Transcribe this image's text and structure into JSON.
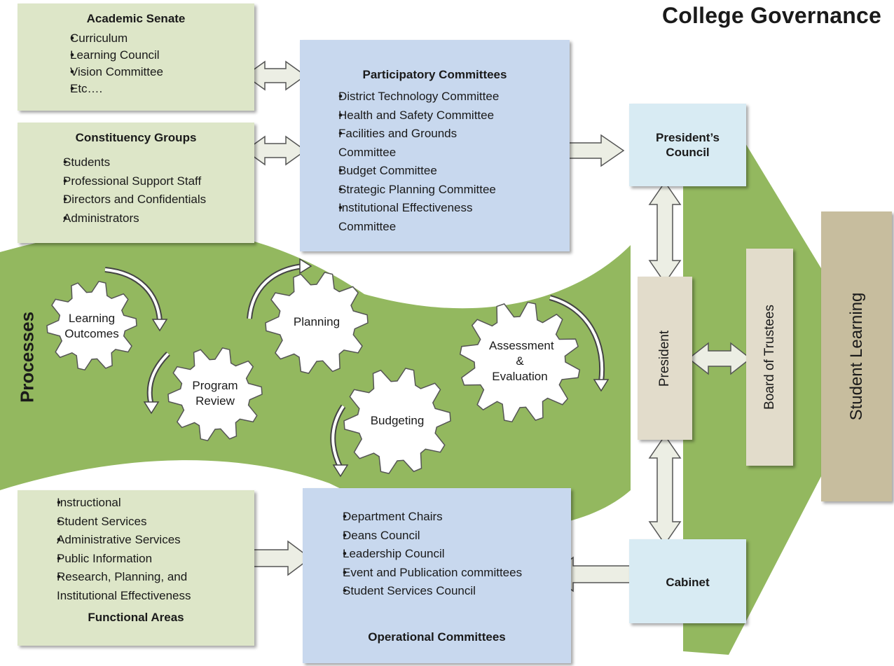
{
  "title": "College Governance",
  "academic_senate": {
    "title": "Academic Senate",
    "items": [
      "Curriculum",
      "Learning Council",
      "Vision Committee",
      "Etc…."
    ]
  },
  "constituency_groups": {
    "title": "Constituency Groups",
    "items": [
      "Students",
      "Professional Support Staff",
      "Directors and Confidentials",
      "Administrators"
    ]
  },
  "participatory_committees": {
    "title": "Participatory Committees",
    "items": [
      "District Technology Committee",
      "Health and Safety Committee",
      "Facilities and Grounds Committee",
      "Budget Committee",
      "Strategic Planning Committee",
      "Institutional Effectiveness Committee"
    ]
  },
  "functional_areas": {
    "title": "Functional Areas",
    "items": [
      "Instructional",
      "Student Services",
      "Administrative Services",
      "Public Information",
      "Research, Planning, and Institutional Effectiveness"
    ]
  },
  "operational_committees": {
    "title": "Operational Committees",
    "items": [
      "Department Chairs",
      "Deans Council",
      "Leadership Council",
      "Event and Publication committees",
      "Student Services Council"
    ]
  },
  "presidents_council": "President’s Council",
  "president": "President",
  "cabinet": "Cabinet",
  "board_of_trustees": "Board of Trustees",
  "student_learning": "Student Learning",
  "processes": {
    "label": "Processes",
    "gears": {
      "learning_outcomes": "Learning Outcomes",
      "program_review": "Program Review",
      "planning": "Planning",
      "budgeting": "Budgeting",
      "assessment": "Assessment & Evaluation"
    }
  },
  "colors": {
    "green_band": "#93b85f",
    "green_box": "#dde6c8",
    "blue_box": "#c8d8ee",
    "light_blue_box": "#d8ebf3",
    "tan_box": "#e2dccb",
    "dark_tan_box": "#c7bd9e"
  }
}
